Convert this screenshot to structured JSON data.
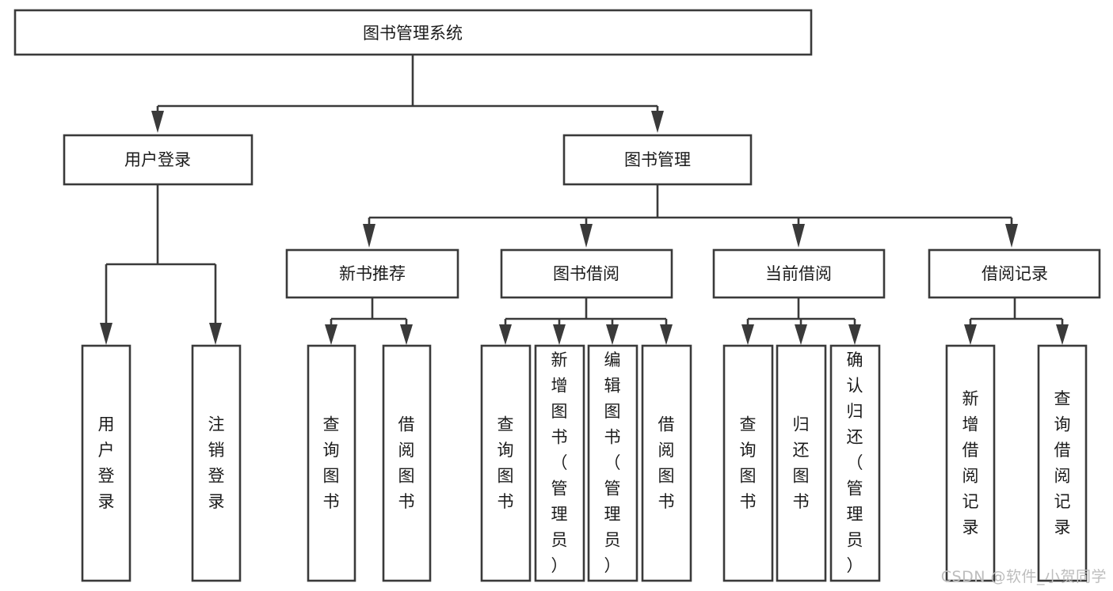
{
  "diagram": {
    "type": "hierarchy-tree",
    "title": "图书管理系统",
    "watermark": "CSDN @软件_小贺同学",
    "colors": {
      "stroke": "#3a3a3a",
      "fill": "#ffffff",
      "text": "#1b1b1b",
      "watermark": "#bdbdbd"
    },
    "levels": {
      "root": "图书管理系统",
      "level2": [
        "用户登录",
        "图书管理"
      ],
      "level3": [
        "新书推荐",
        "图书借阅",
        "当前借阅",
        "借阅记录"
      ]
    },
    "nodes": {
      "root": {
        "label": "图书管理系统"
      },
      "user_login": {
        "label": "用户登录"
      },
      "book_manage": {
        "label": "图书管理"
      },
      "new_book_rec": {
        "label": "新书推荐"
      },
      "book_borrow": {
        "label": "图书借阅"
      },
      "current_borrow": {
        "label": "当前借阅"
      },
      "borrow_record": {
        "label": "借阅记录"
      },
      "leaf_user_login": {
        "label": "用户登录"
      },
      "leaf_logout": {
        "label": "注销登录"
      },
      "leaf_query_book_1": {
        "label": "查询图书"
      },
      "leaf_borrow_book_1": {
        "label": "借阅图书"
      },
      "leaf_query_book_2": {
        "label": "查询图书"
      },
      "leaf_add_book": {
        "label": "新增图书（管理员）"
      },
      "leaf_edit_book": {
        "label": "编辑图书（管理员）"
      },
      "leaf_borrow_book_2": {
        "label": "借阅图书"
      },
      "leaf_query_book_3": {
        "label": "查询图书"
      },
      "leaf_return_book": {
        "label": "归还图书"
      },
      "leaf_confirm_return": {
        "label": "确认归还（管理员）"
      },
      "leaf_add_record": {
        "label": "新增借阅记录"
      },
      "leaf_query_record": {
        "label": "查询借阅记录"
      }
    },
    "edges": [
      {
        "from": "root",
        "to": "user_login"
      },
      {
        "from": "root",
        "to": "book_manage"
      },
      {
        "from": "user_login",
        "to": "leaf_user_login"
      },
      {
        "from": "user_login",
        "to": "leaf_logout"
      },
      {
        "from": "book_manage",
        "to": "new_book_rec"
      },
      {
        "from": "book_manage",
        "to": "book_borrow"
      },
      {
        "from": "book_manage",
        "to": "current_borrow"
      },
      {
        "from": "book_manage",
        "to": "borrow_record"
      },
      {
        "from": "new_book_rec",
        "to": "leaf_query_book_1"
      },
      {
        "from": "new_book_rec",
        "to": "leaf_borrow_book_1"
      },
      {
        "from": "book_borrow",
        "to": "leaf_query_book_2"
      },
      {
        "from": "book_borrow",
        "to": "leaf_add_book"
      },
      {
        "from": "book_borrow",
        "to": "leaf_edit_book"
      },
      {
        "from": "book_borrow",
        "to": "leaf_borrow_book_2"
      },
      {
        "from": "current_borrow",
        "to": "leaf_query_book_3"
      },
      {
        "from": "current_borrow",
        "to": "leaf_return_book"
      },
      {
        "from": "current_borrow",
        "to": "leaf_confirm_return"
      },
      {
        "from": "borrow_record",
        "to": "leaf_add_record"
      },
      {
        "from": "borrow_record",
        "to": "leaf_query_record"
      }
    ]
  }
}
